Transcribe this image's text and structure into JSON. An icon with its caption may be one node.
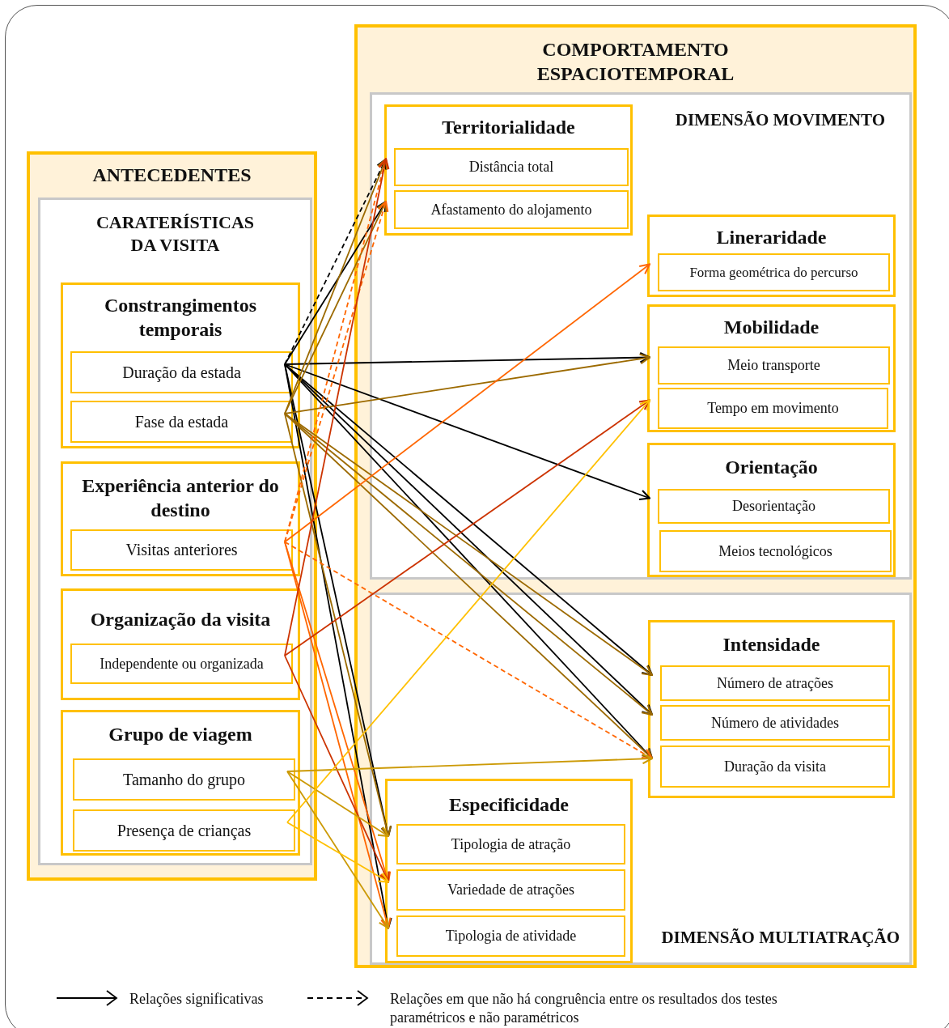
{
  "diagram": {
    "nodes": [
      {
        "text": [
          "ANTECEDENTES"
        ]
      },
      {
        "text": [
          "CARATERÍSTICAS DA VISITA"
        ],
        "in": 0
      },
      {
        "text": [
          "Constrangimentos temporais"
        ],
        "in": 1
      },
      {
        "text": [
          "Duração da estada"
        ],
        "in": 2
      },
      {
        "text": [
          "Fase da estada"
        ],
        "in": 2
      },
      {
        "text": [
          "Experiência anterior do destino"
        ],
        "in": 1
      },
      {
        "text": [
          "Visitas anteriores"
        ],
        "in": 5
      },
      {
        "text": [
          "Organização da visita"
        ],
        "in": 1
      },
      {
        "text": [
          "Independente ou organizada"
        ],
        "in": 7
      },
      {
        "text": [
          "Grupo de viagem"
        ],
        "in": 1
      },
      {
        "text": [
          "Tamanho do grupo"
        ],
        "in": 9
      },
      {
        "text": [
          "Presença de crianças"
        ],
        "in": 9
      },
      {
        "text": [
          "COMPORTAMENTO ESPACIOTEMPORAL"
        ]
      },
      {
        "text": [
          "DIMENSÃO MOVIMENTO"
        ],
        "in": 12
      },
      {
        "text": [
          "Territorialidade"
        ],
        "in": 13
      },
      {
        "text": [
          "Distância total"
        ],
        "in": 14
      },
      {
        "text": [
          "Afastamento do alojamento"
        ],
        "in": 14
      },
      {
        "text": [
          "Lineraridade"
        ],
        "in": 13
      },
      {
        "text": [
          "Forma geométrica do percurso"
        ],
        "in": 17
      },
      {
        "text": [
          "Mobilidade"
        ],
        "in": 13
      },
      {
        "text": [
          "Meio transporte"
        ],
        "in": 19
      },
      {
        "text": [
          "Tempo em movimento"
        ],
        "in": 19
      },
      {
        "text": [
          "Orientação"
        ],
        "in": 13
      },
      {
        "text": [
          "Desorientação"
        ],
        "in": 22
      },
      {
        "text": [
          "Meios tecnológicos"
        ],
        "in": 22
      },
      {
        "text": [
          "DIMENSÃO MULTIATRAÇÃO"
        ],
        "in": 12
      },
      {
        "text": [
          "Intensidade"
        ],
        "in": 25
      },
      {
        "text": [
          "Número de atrações"
        ],
        "in": 26
      },
      {
        "text": [
          "Número de atividades"
        ],
        "in": 26
      },
      {
        "text": [
          "Duração da visita"
        ],
        "in": 26
      },
      {
        "text": [
          "Especificidade"
        ],
        "in": 25
      },
      {
        "text": [
          "Tipologia de atração"
        ],
        "in": 30
      },
      {
        "text": [
          "Variedade de atrações"
        ],
        "in": 30
      },
      {
        "text": [
          "Tipologia de atividade"
        ],
        "in": 30
      }
    ],
    "edges": [
      {
        "from": 3,
        "to": 15,
        "arrow": "to",
        "style": "dashed"
      },
      {
        "from": 3,
        "to": 16,
        "arrow": "to"
      },
      {
        "from": 3,
        "to": 20,
        "arrow": "to"
      },
      {
        "from": 3,
        "to": 23,
        "arrow": "to"
      },
      {
        "from": 3,
        "to": 27,
        "arrow": "to"
      },
      {
        "from": 3,
        "to": 28,
        "arrow": "to"
      },
      {
        "from": 3,
        "to": 29,
        "arrow": "to"
      },
      {
        "from": 3,
        "to": 31,
        "arrow": "to"
      },
      {
        "from": 3,
        "to": 33,
        "arrow": "to"
      },
      {
        "from": 4,
        "to": 15,
        "arrow": "to",
        "color": "#9c6a00"
      },
      {
        "from": 4,
        "to": 16,
        "arrow": "to",
        "color": "#9c6a00"
      },
      {
        "from": 4,
        "to": 20,
        "arrow": "to",
        "color": "#9c6a00"
      },
      {
        "from": 4,
        "to": 27,
        "arrow": "to",
        "color": "#9c6a00"
      },
      {
        "from": 4,
        "to": 28,
        "arrow": "to",
        "color": "#9c6a00"
      },
      {
        "from": 4,
        "to": 29,
        "arrow": "to",
        "color": "#9c6a00"
      },
      {
        "from": 4,
        "to": 31,
        "arrow": "to",
        "color": "#9c6a00"
      },
      {
        "from": 6,
        "to": 15,
        "arrow": "to",
        "style": "dashed",
        "color": "#ff6600"
      },
      {
        "from": 6,
        "to": 16,
        "arrow": "to",
        "style": "dashed",
        "color": "#ff6600"
      },
      {
        "from": 6,
        "to": 18,
        "arrow": "to",
        "color": "#ff6600"
      },
      {
        "from": 6,
        "to": 29,
        "arrow": "to",
        "style": "dashed",
        "color": "#ff6600"
      },
      {
        "from": 6,
        "to": 32,
        "arrow": "to",
        "color": "#ff6600"
      },
      {
        "from": 6,
        "to": 33,
        "arrow": "to",
        "color": "#ff6600"
      },
      {
        "from": 8,
        "to": 15,
        "arrow": "to",
        "color": "#cc3300"
      },
      {
        "from": 8,
        "to": 21,
        "arrow": "to",
        "color": "#cc3300"
      },
      {
        "from": 8,
        "to": 32,
        "arrow": "to",
        "color": "#cc3300"
      },
      {
        "from": 10,
        "to": 29,
        "arrow": "to",
        "color": "#cc9a06"
      },
      {
        "from": 10,
        "to": 31,
        "arrow": "to",
        "color": "#cc9a06"
      },
      {
        "from": 10,
        "to": 33,
        "arrow": "to",
        "color": "#cc9a06"
      },
      {
        "from": 11,
        "to": 21,
        "arrow": "to",
        "color": "#ffc000"
      },
      {
        "from": 11,
        "to": 32,
        "arrow": "to",
        "color": "#ffc000"
      }
    ],
    "legend": [
      {
        "text": "Relações significativas"
      },
      {
        "text": "Relações em que não há congruência entre os resultados dos testes paramétricos e não paramétricos"
      }
    ]
  }
}
